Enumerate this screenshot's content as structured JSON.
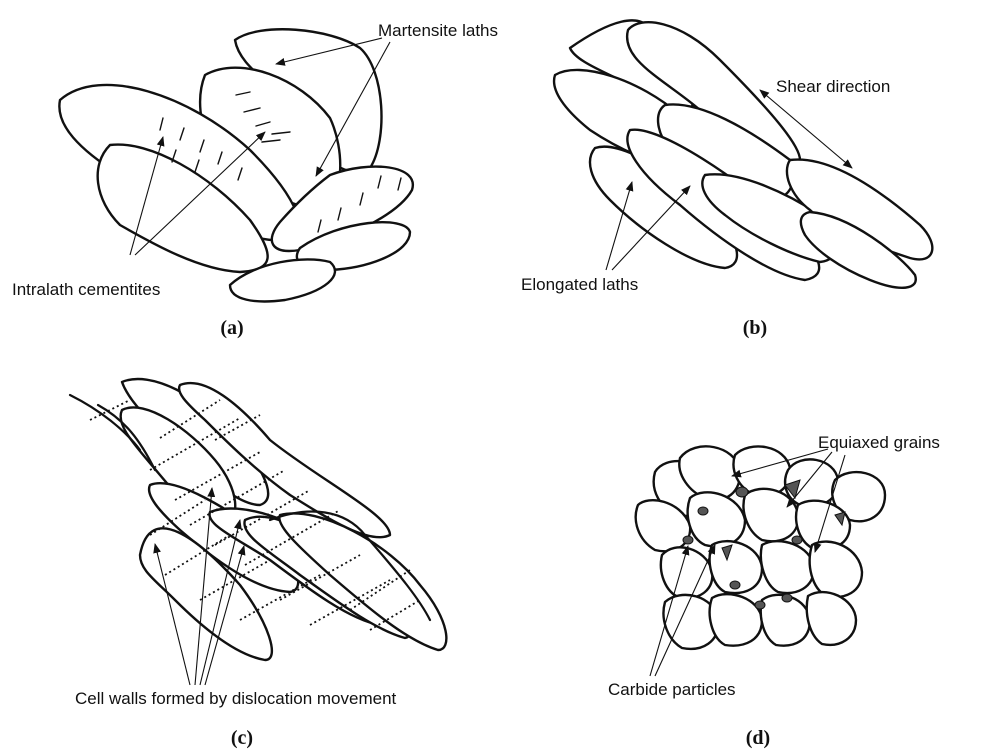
{
  "panel_a": {
    "label_martensite": "Martensite laths",
    "label_cementite": "Intralath cementites",
    "caption": "(a)"
  },
  "panel_b": {
    "label_shear": "Shear direction",
    "label_elongated": "Elongated laths",
    "caption": "(b)"
  },
  "panel_c": {
    "label_cellwalls": "Cell walls formed by dislocation movement",
    "caption": "(c)"
  },
  "panel_d": {
    "label_equiaxed": "Equiaxed grains",
    "label_carbide": "Carbide particles",
    "caption": "(d)"
  }
}
